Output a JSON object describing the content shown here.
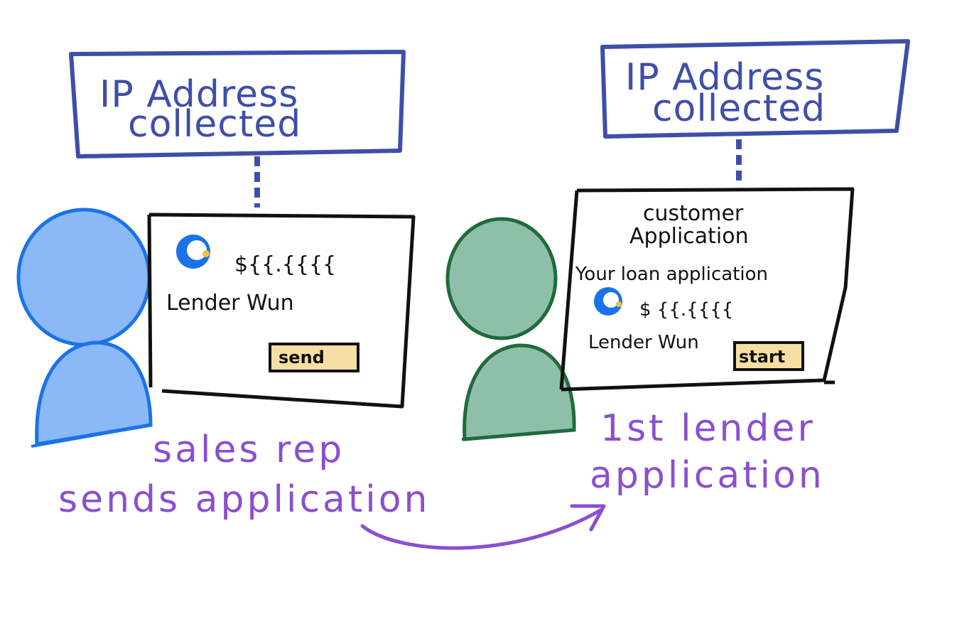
{
  "left": {
    "ip_box_label_line1": "IP Address",
    "ip_box_label_line2": "collected",
    "screen": {
      "amount": "${{.{{{{",
      "lender": "Lender Wun",
      "button_label": "send"
    },
    "caption_line1": "sales rep",
    "caption_line2": "sends application"
  },
  "right": {
    "ip_box_label_line1": "IP Address",
    "ip_box_label_line2": "collected",
    "screen": {
      "heading_line1": "customer",
      "heading_line2": "Application",
      "subheading": "Your loan application",
      "amount": "$ {{.{{{{",
      "lender": "Lender Wun",
      "button_label": "start"
    },
    "caption_line1": "1st lender",
    "caption_line2": "application"
  },
  "colors": {
    "box_blue": "#3f4ea8",
    "rep_blue_fill": "#8bb8f7",
    "rep_blue_stroke": "#1a73e8",
    "customer_green_fill": "#8fbfa8",
    "customer_green_stroke": "#1e6b3c",
    "caption_purple": "#8a4fd0",
    "button_fill": "#f6dfa2",
    "ink": "#111111"
  }
}
